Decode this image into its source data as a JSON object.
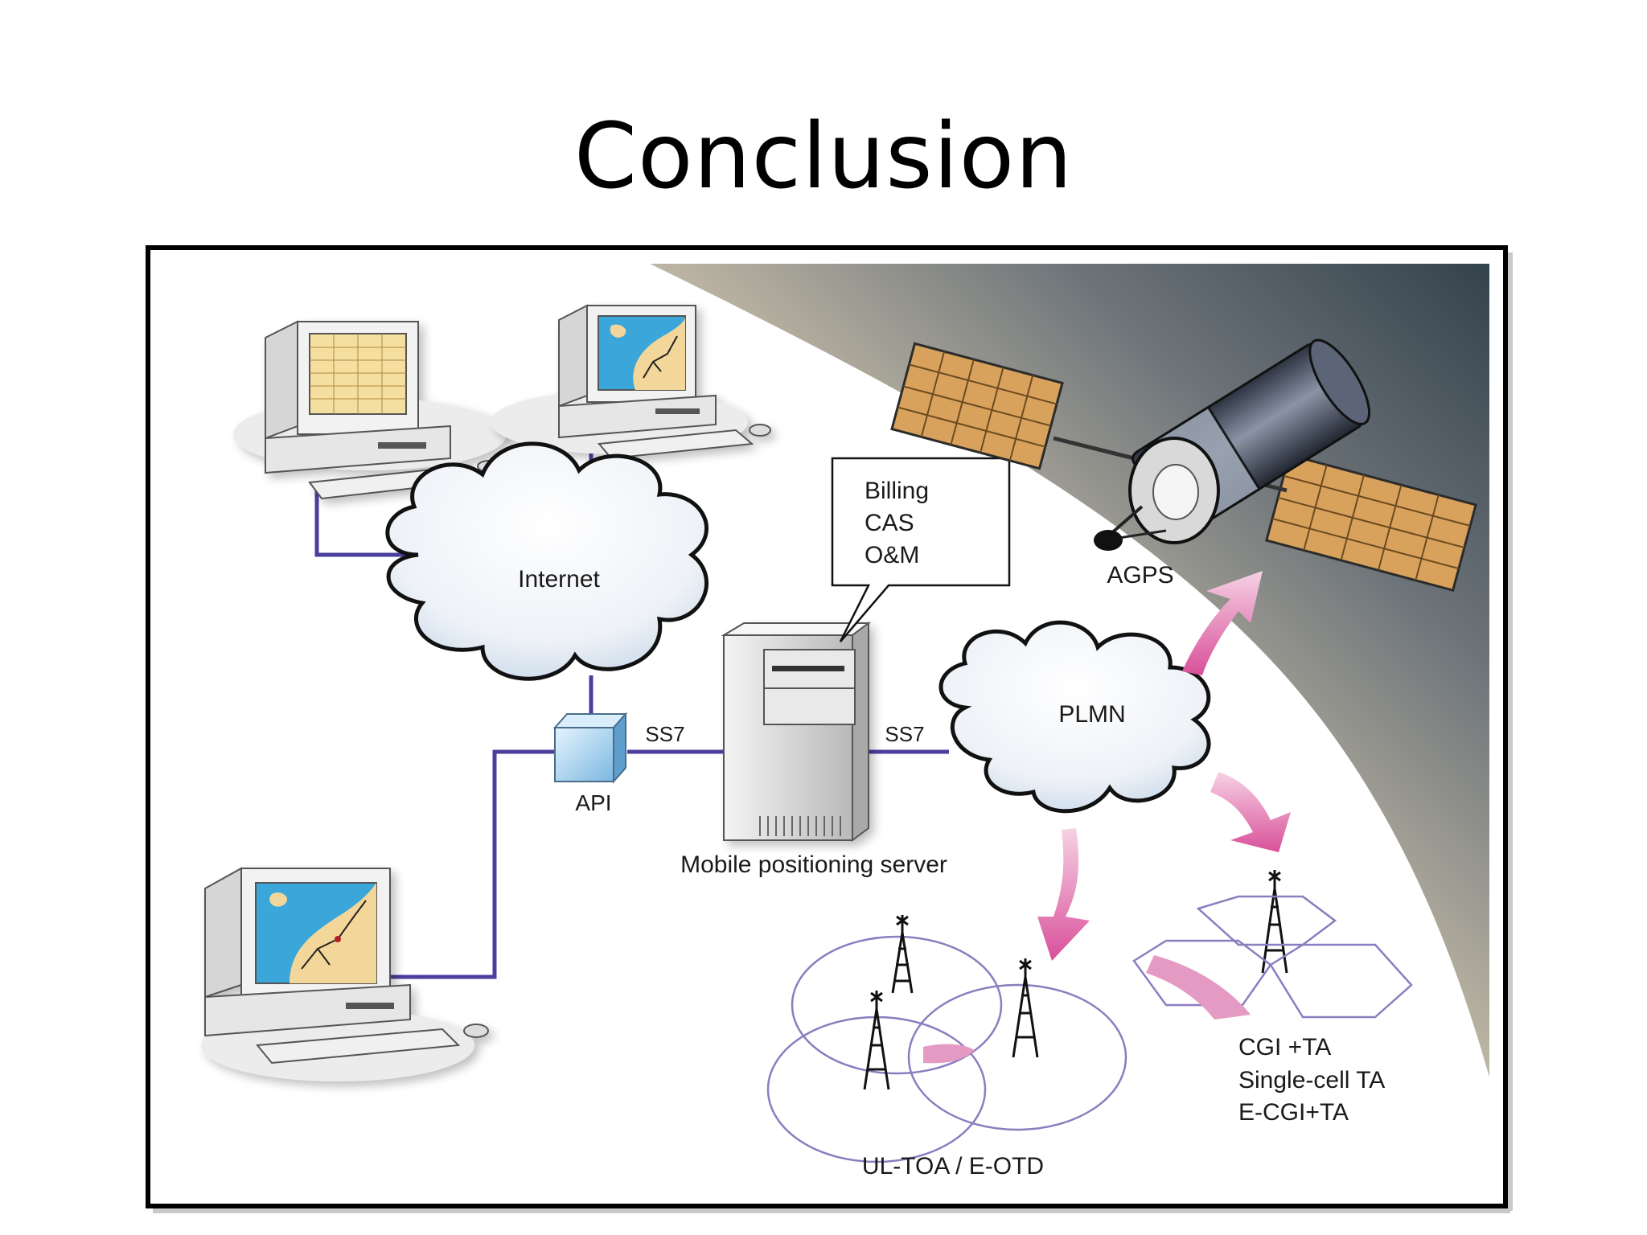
{
  "slide": {
    "title": "Conclusion"
  },
  "diagram": {
    "clouds": {
      "internet": "Internet",
      "plmn": "PLMN"
    },
    "links": {
      "ss7_left": "SS7",
      "ss7_right": "SS7"
    },
    "api": "API",
    "server": "Mobile positioning server",
    "server_functions": [
      "Billing",
      "CAS",
      "O&M"
    ],
    "satellite": "AGPS",
    "methods": {
      "cell": [
        "CGI +TA",
        "Single-cell TA",
        "E-CGI+TA"
      ],
      "triangulation": "UL-TOA / E-OTD"
    }
  },
  "colors": {
    "line": "#4b3f9e",
    "arrow": "#d8569b",
    "sky_dark": "#3f4b55",
    "panel": "#d9a25c"
  }
}
